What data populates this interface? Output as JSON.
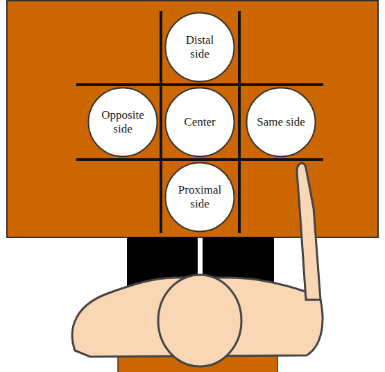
{
  "diagram": {
    "nodes": [
      {
        "text": [
          "Distal side"
        ]
      },
      {
        "text": [
          "Opposite side"
        ]
      },
      {
        "text": [
          "Center"
        ]
      },
      {
        "text": [
          "Same side"
        ]
      },
      {
        "text": [
          "Proximal side"
        ]
      }
    ]
  }
}
